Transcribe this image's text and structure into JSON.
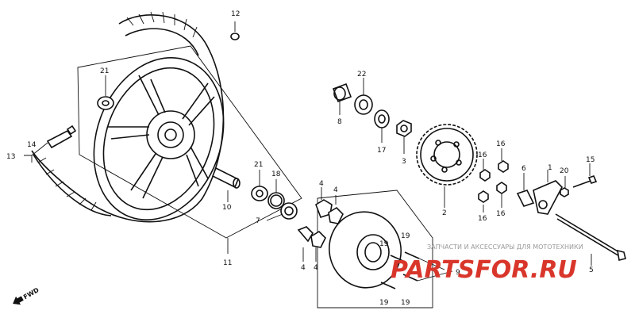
{
  "labels": {
    "l1": "1",
    "l2": "2",
    "l3": "3",
    "l4a": "4",
    "l4b": "4",
    "l4c": "4",
    "l4d": "4",
    "l5": "5",
    "l6": "6",
    "l7": "7",
    "l8": "8",
    "l9a": "9",
    "l9b": "9",
    "l10": "10",
    "l11": "11",
    "l12": "12",
    "l13": "13",
    "l14": "14",
    "l15": "15",
    "l16a": "16",
    "l16b": "16",
    "l16c": "16",
    "l16d": "16",
    "l17": "17",
    "l18": "18",
    "l19a": "19",
    "l19b": "19",
    "l19c": "19",
    "l19d": "19",
    "l20": "20",
    "l21a": "21",
    "l21b": "21",
    "l22": "22"
  },
  "fwd_text": "FWD",
  "watermark": {
    "caption": "ЗАПЧАСТИ И АКСЕССУАРЫ ДЛЯ МОТОТЕХНИКИ",
    "logo": "PARTSFOR.RU",
    "logo_color": "#d9362b"
  }
}
